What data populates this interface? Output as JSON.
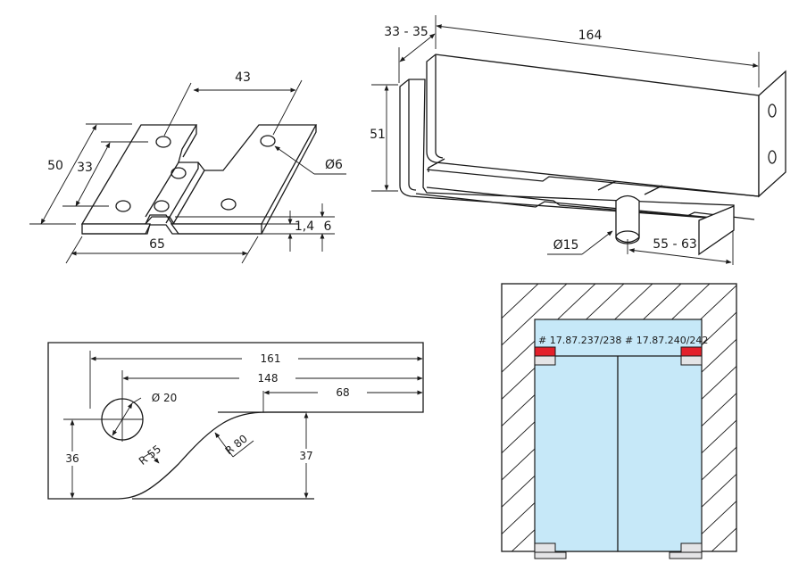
{
  "title": "Glass door patch fitting technical drawing",
  "colors": {
    "line": "#1a1a1a",
    "glass": "#c6e8f8",
    "fitting_red": "#e3202a",
    "fitting_grey": "#e4e4e6",
    "background": "#ffffff"
  },
  "plate_drawing": {
    "dims": {
      "width_top": "43",
      "depth_outer": "50",
      "depth_inner": "33",
      "hole_diameter": "Ø6",
      "length": "65",
      "thickness_plate": "1,4",
      "thickness_total": "6"
    }
  },
  "patch_fitting_drawing": {
    "dims": {
      "glass_range": "33 - 35",
      "length": "164",
      "height": "51",
      "pivot_diameter": "Ø15",
      "pivot_offset": "55 - 63"
    }
  },
  "profile_drawing": {
    "dims": {
      "overall": "161",
      "to_hole": "148",
      "flat": "68",
      "hole_diameter": "Ø 20",
      "hole_height": "36",
      "step_height": "37",
      "radius_lower": "R 55",
      "radius_upper": "R 80"
    }
  },
  "door_elevation": {
    "left_label": "# 17.87.237/238",
    "right_label": "# 17.87.240/242"
  }
}
